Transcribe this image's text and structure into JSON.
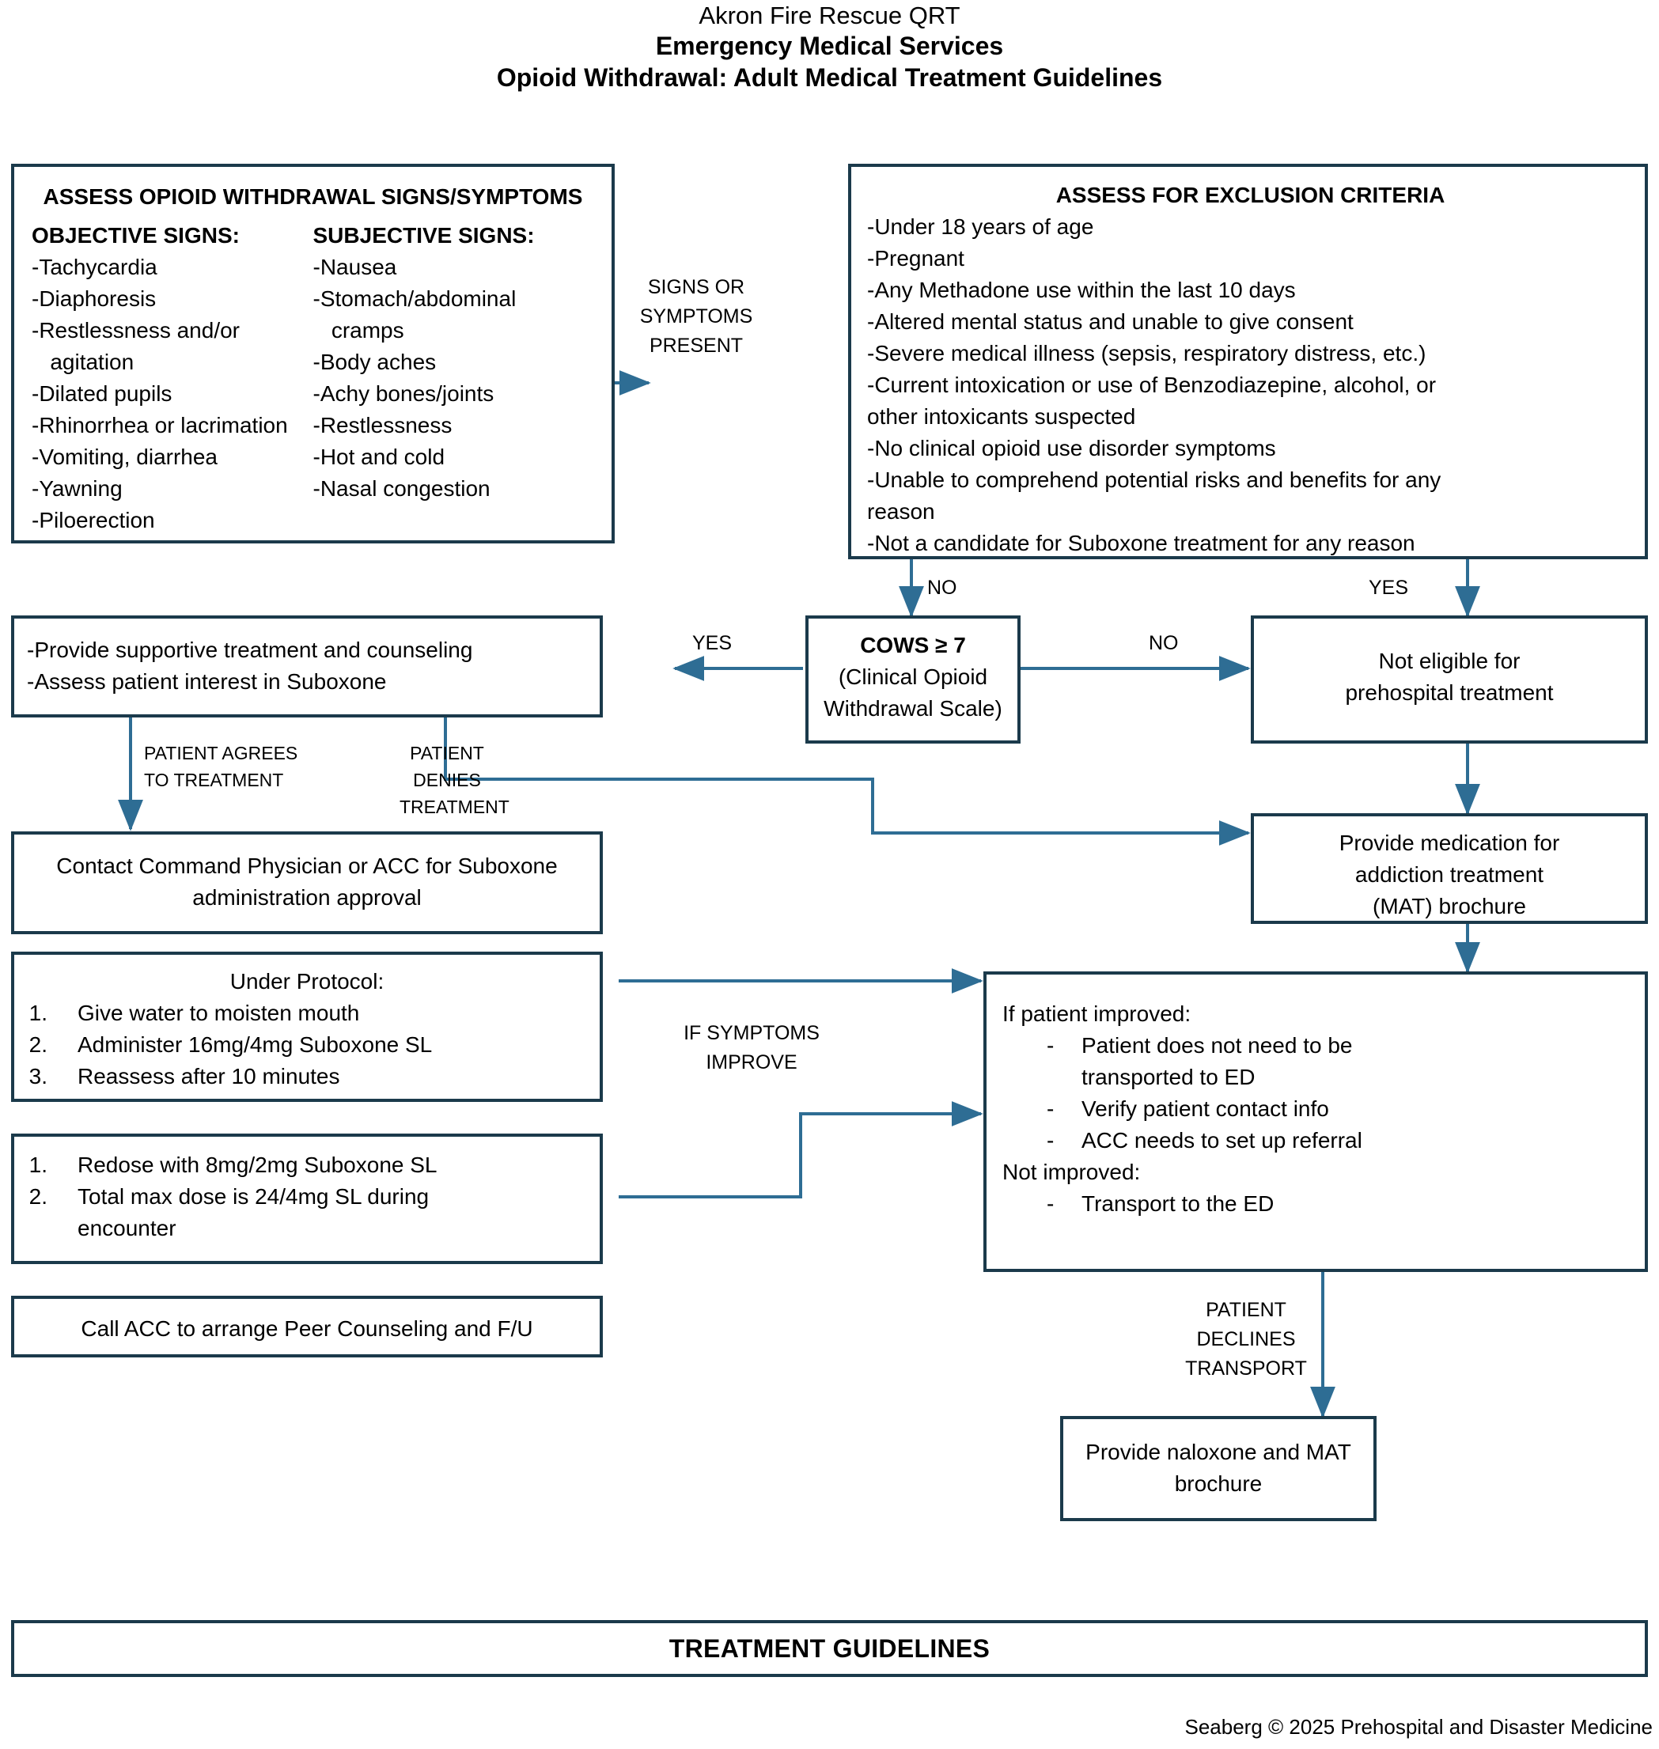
{
  "header": {
    "org": "Akron Fire Rescue QRT",
    "department": "Emergency Medical Services",
    "document": "Opioid Withdrawal: Adult Medical Treatment Guidelines"
  },
  "colors": {
    "box_border": "#1b3a4b",
    "arrow": "#2e6d94",
    "text": "#000000",
    "background": "#ffffff"
  },
  "boxes": {
    "assess_symptoms": {
      "title": "ASSESS OPIOID WITHDRAWAL SIGNS/SYMPTOMS",
      "objective_heading": "OBJECTIVE SIGNS:",
      "objective_items": [
        "-Tachycardia",
        "-Diaphoresis",
        "-Restlessness and/or",
        "   agitation",
        "-Dilated pupils",
        "-Rhinorrhea or lacrimation",
        "-Vomiting, diarrhea",
        "-Yawning",
        "-Piloerection"
      ],
      "subjective_heading": "SUBJECTIVE SIGNS:",
      "subjective_items": [
        "-Nausea",
        "-Stomach/abdominal",
        "   cramps",
        "-Body aches",
        "-Achy bones/joints",
        "-Restlessness",
        "-Hot and cold",
        "-Nasal congestion"
      ]
    },
    "exclusion_criteria": {
      "title": "ASSESS FOR EXCLUSION CRITERIA",
      "items": [
        "-Under 18 years of age",
        "-Pregnant",
        "-Any Methadone use within the last 10 days",
        "-Altered mental status and unable to give consent",
        "-Severe medical illness (sepsis, respiratory distress, etc.)",
        "-Current intoxication or use of Benzodiazepine, alcohol, or",
        "other intoxicants suspected",
        "-No clinical opioid use disorder symptoms",
        "-Unable to comprehend potential risks and benefits for any",
        "reason",
        "-Not a candidate for Suboxone treatment for any reason"
      ]
    },
    "supportive_treatment": {
      "lines": [
        "-Provide supportive treatment and counseling",
        "-Assess patient interest in Suboxone"
      ]
    },
    "cows": {
      "title": "COWS ≥ 7",
      "lines": [
        "(Clinical Opioid",
        "Withdrawal Scale)"
      ]
    },
    "not_eligible": {
      "lines": [
        "Not eligible for",
        "prehospital treatment"
      ]
    },
    "mat_brochure": {
      "lines": [
        "Provide medication for",
        "addiction treatment",
        "(MAT) brochure"
      ]
    },
    "contact_physician": {
      "lines": [
        "Contact Command Physician or ACC for Suboxone",
        "administration approval"
      ]
    },
    "under_protocol": {
      "title": "Under Protocol:",
      "items": [
        {
          "num": "1.",
          "text": "Give water to moisten mouth"
        },
        {
          "num": "2.",
          "text": "Administer 16mg/4mg Suboxone SL"
        },
        {
          "num": "3.",
          "text": "Reassess after 10 minutes"
        }
      ]
    },
    "redose": {
      "items": [
        {
          "num": "1.",
          "text": "Redose with 8mg/2mg Suboxone SL"
        },
        {
          "num": "2.",
          "text": "Total max dose is 24/4mg SL during"
        },
        {
          "num": "",
          "text": "encounter"
        }
      ]
    },
    "call_acc": {
      "line": "Call ACC to arrange Peer Counseling and F/U"
    },
    "outcome": {
      "improved_heading": "If patient improved:",
      "improved_items": [
        "Patient does not need to be",
        "transported to ED",
        "Verify patient contact info",
        "ACC needs to set up referral"
      ],
      "not_improved_heading": "Not improved:",
      "not_improved_items": [
        "Transport to the ED"
      ]
    },
    "naloxone": {
      "lines": [
        "Provide naloxone and MAT",
        "brochure"
      ]
    }
  },
  "edge_labels": {
    "signs_present": [
      "SIGNS OR",
      "SYMPTOMS",
      "PRESENT"
    ],
    "exclusion_no": "NO",
    "exclusion_yes": "YES",
    "cows_yes": "YES",
    "cows_no": "NO",
    "patient_agrees": [
      "PATIENT AGREES",
      "TO TREATMENT"
    ],
    "patient_denies": [
      "PATIENT",
      "DENIES",
      "TREATMENT"
    ],
    "symptoms_improve": [
      "IF SYMPTOMS",
      "IMPROVE"
    ],
    "declines_transport": [
      "PATIENT",
      "DECLINES",
      "TRANSPORT"
    ]
  },
  "footer": {
    "banner": "TREATMENT GUIDELINES",
    "credit": "Seaberg © 2025 Prehospital and Disaster Medicine"
  }
}
